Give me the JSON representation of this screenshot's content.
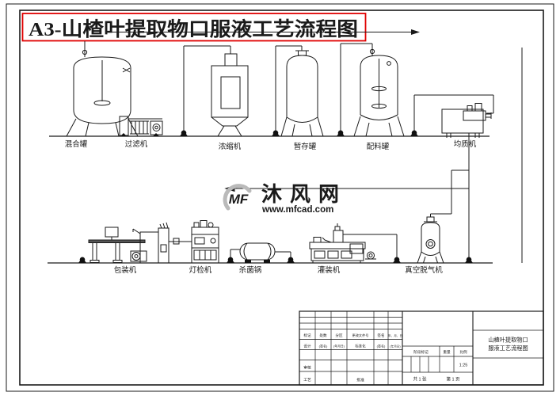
{
  "drawing": {
    "main_title": "A3-山楂叶提取物口服液工艺流程图",
    "colors": {
      "title": "#e00000",
      "line": "#1a1a1a",
      "watermark": "#bababa"
    }
  },
  "top_row": {
    "labels": [
      "混合罐",
      "过滤机",
      "浓缩机",
      "暂存罐",
      "配料罐",
      "均质机"
    ]
  },
  "bottom_row": {
    "labels": [
      "包装机",
      "灯检机",
      "杀菌锅",
      "灌装机",
      "真空脱气机"
    ]
  },
  "watermark": {
    "logo": "MF",
    "site_name": "沐风网",
    "site_url": "www.mfcad.com"
  },
  "title_block": {
    "rev_headers": [
      "标记",
      "处数",
      "分区",
      "更改文件号",
      "签名",
      "年、月、日"
    ],
    "sign_row": [
      "设计",
      "(签名)",
      "(年月日)",
      "标准化",
      "(签名)",
      "(年月日)"
    ],
    "check_label": "审核",
    "craft_label": "工艺",
    "approve_label": "批准",
    "stage_mark_label": "阶段标记",
    "weight_label": "重量",
    "scale_label": "比例",
    "scale_value": "1:25",
    "sheet_total": "共 1 张",
    "sheet_page": "第 1 页",
    "drawing_name_line1": "山楂叶提取物口",
    "drawing_name_line2": "服液工艺流程图"
  }
}
